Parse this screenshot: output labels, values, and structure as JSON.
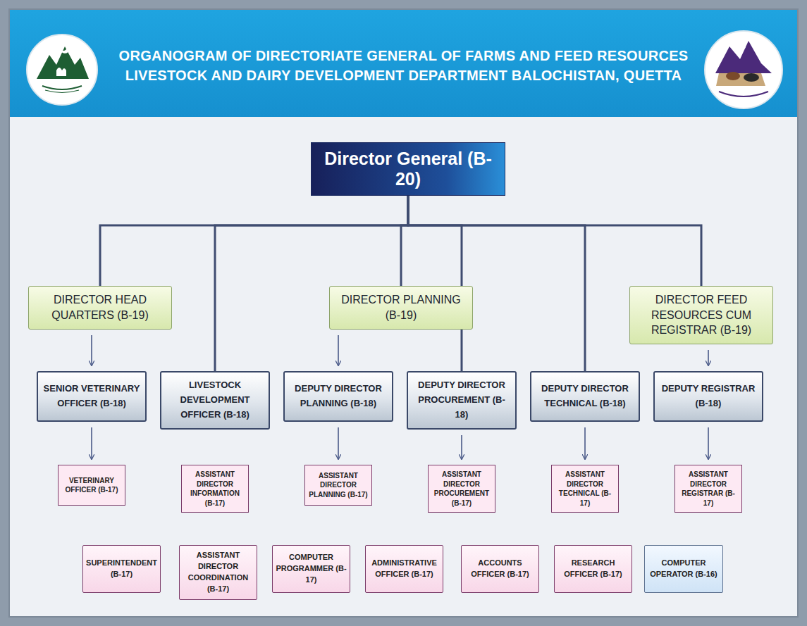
{
  "diagram": {
    "title": "ORGANOGRAM OF DIRECTORIATE GENERAL OF FARMS AND FEED RESOURCES LIVESTOCK AND DAIRY DEVELOPMENT DEPARTMENT BALOCHISTAN, QUETTA",
    "nodes": [
      {
        "text": [
          "Director General (B-20)"
        ]
      },
      {
        "text": [
          "DIRECTOR HEAD QUARTERS (B-19)"
        ]
      },
      {
        "text": [
          "DIRECTOR PLANNING (B-19)"
        ]
      },
      {
        "text": [
          "DIRECTOR FEED RESOURCES CUM REGISTRAR (B-19)"
        ]
      },
      {
        "text": [
          "SENIOR VETERINARY OFFICER (B-18)"
        ]
      },
      {
        "text": [
          "LIVESTOCK DEVELOPMENT OFFICER (B-18)"
        ]
      },
      {
        "text": [
          "DEPUTY DIRECTOR PLANNING (B-18)"
        ]
      },
      {
        "text": [
          "DEPUTY DIRECTOR PROCUREMENT (B-18)"
        ]
      },
      {
        "text": [
          "DEPUTY DIRECTOR TECHNICAL (B-18)"
        ]
      },
      {
        "text": [
          "DEPUTY REGISTRAR (B-18)"
        ]
      },
      {
        "text": [
          "VETERINARY OFFICER (B-17)"
        ]
      },
      {
        "text": [
          "ASSISTANT DIRECTOR INFORMATION (B-17)"
        ]
      },
      {
        "text": [
          "ASSISTANT DIRECTOR PLANNING (B-17)"
        ]
      },
      {
        "text": [
          "ASSISTANT DIRECTOR PROCUREMENT (B-17)"
        ]
      },
      {
        "text": [
          "ASSISTANT DIRECTOR TECHNICAL (B-17)"
        ]
      },
      {
        "text": [
          "ASSISTANT DIRECTOR REGISTRAR (B-17)"
        ]
      },
      {
        "text": [
          "SUPERINTENDENT (B-17)"
        ]
      },
      {
        "text": [
          "ASSISTANT DIRECTOR COORDINATION (B-17)"
        ]
      },
      {
        "text": [
          "COMPUTER PROGRAMMER (B-17)"
        ]
      },
      {
        "text": [
          "ADMINISTRATIVE OFFICER (B-17)"
        ]
      },
      {
        "text": [
          "ACCOUNTS OFFICER (B-17)"
        ]
      },
      {
        "text": [
          "RESEARCH OFFICER (B-17)"
        ]
      },
      {
        "text": [
          "COMPUTER OPERATOR (B-16)"
        ]
      }
    ],
    "edges": [
      {
        "from": 0,
        "to": 1,
        "arrow": "none"
      },
      {
        "from": 0,
        "to": 5,
        "arrow": "none"
      },
      {
        "from": 0,
        "to": 2,
        "arrow": "none"
      },
      {
        "from": 0,
        "to": 7,
        "arrow": "none"
      },
      {
        "from": 0,
        "to": 8,
        "arrow": "none"
      },
      {
        "from": 0,
        "to": 3,
        "arrow": "none"
      },
      {
        "from": 1,
        "to": 4,
        "arrow": "to"
      },
      {
        "from": 2,
        "to": 6,
        "arrow": "to"
      },
      {
        "from": 3,
        "to": 9,
        "arrow": "to"
      },
      {
        "from": 4,
        "to": 10,
        "arrow": "to"
      },
      {
        "from": 6,
        "to": 12,
        "arrow": "to"
      },
      {
        "from": 7,
        "to": 13,
        "arrow": "to"
      },
      {
        "from": 8,
        "to": 14,
        "arrow": "to"
      },
      {
        "from": 9,
        "to": 15,
        "arrow": "to"
      }
    ]
  }
}
